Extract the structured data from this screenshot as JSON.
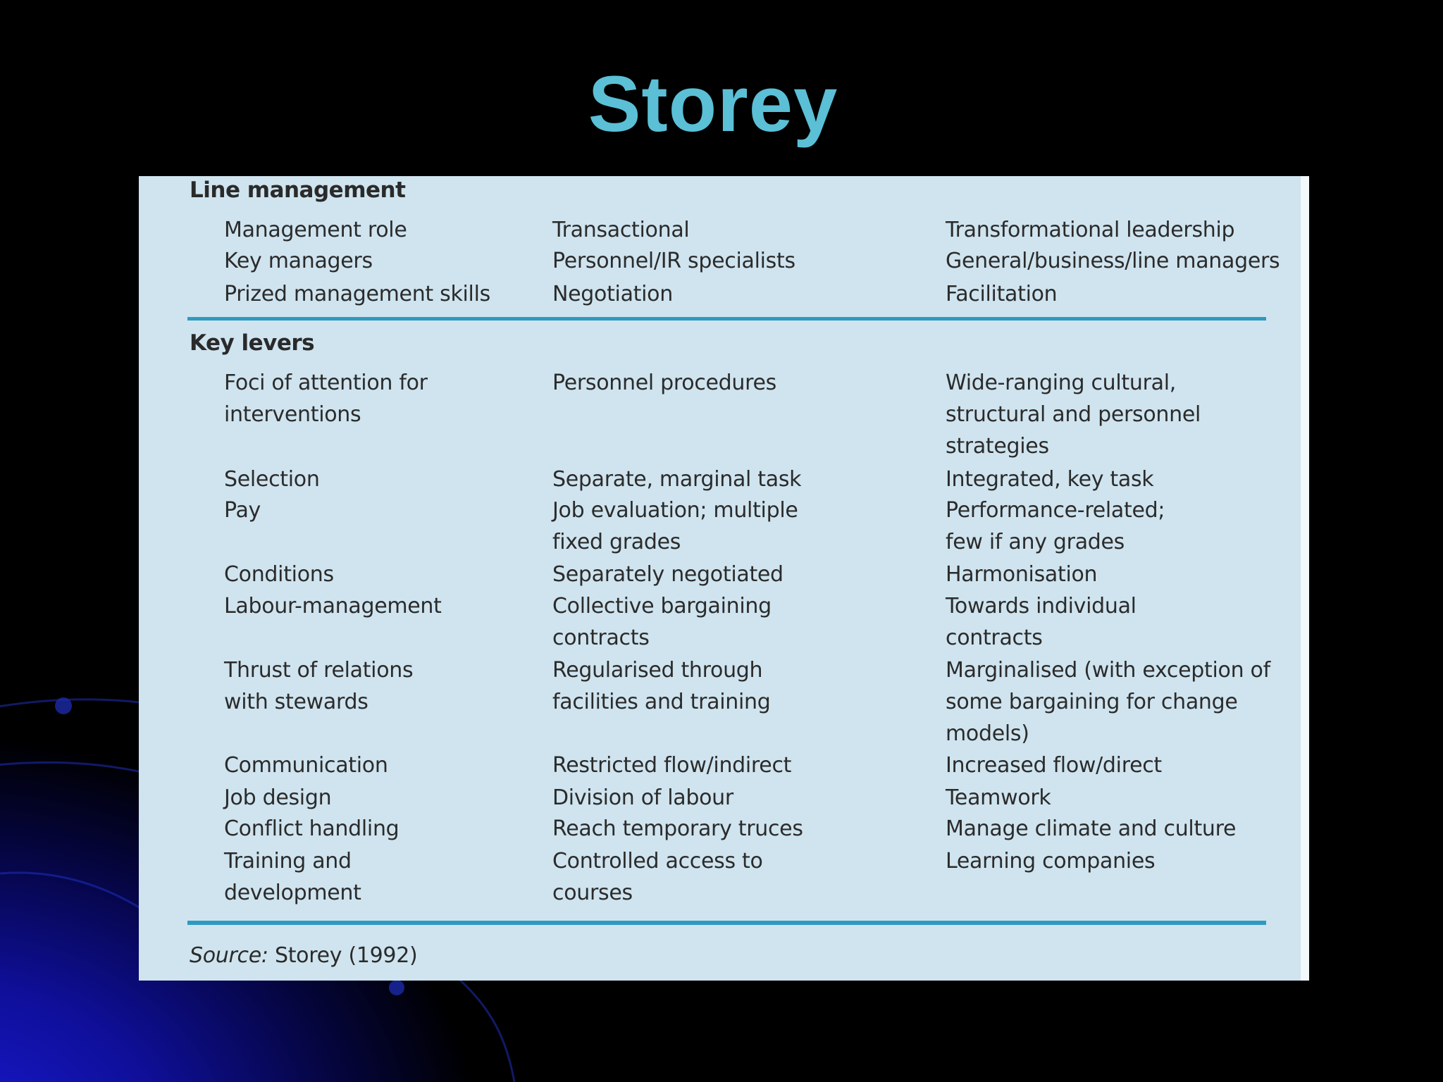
{
  "slide": {
    "title": "Storey"
  },
  "table": {
    "sections": [
      {
        "heading": "Line management",
        "rows": [
          {
            "dimension": "Management role",
            "personnel_ir": "Transactional",
            "hrm": "Transformational leadership"
          },
          {
            "dimension": "Key managers",
            "personnel_ir": "Personnel/IR specialists",
            "hrm": "General/business/line managers"
          },
          {
            "dimension": "Prized management skills",
            "personnel_ir": "Negotiation",
            "hrm": "Facilitation"
          }
        ]
      },
      {
        "heading": "Key levers",
        "rows": [
          {
            "dimension": "Foci of attention for\ninterventions",
            "personnel_ir": "Personnel procedures",
            "hrm": "Wide-ranging cultural,\nstructural and personnel\nstrategies"
          },
          {
            "dimension": "Selection",
            "personnel_ir": "Separate, marginal task",
            "hrm": "Integrated, key task"
          },
          {
            "dimension": "Pay",
            "personnel_ir": "Job evaluation; multiple\nfixed grades",
            "hrm": "Performance-related;\nfew if any grades"
          },
          {
            "dimension": "Conditions",
            "personnel_ir": "Separately negotiated",
            "hrm": "Harmonisation"
          },
          {
            "dimension": "Labour-management",
            "personnel_ir": "Collective bargaining\ncontracts",
            "hrm": "Towards individual\ncontracts"
          },
          {
            "dimension": "Thrust of relations\nwith stewards",
            "personnel_ir": "Regularised through\nfacilities and training",
            "hrm": "Marginalised (with exception of\nsome bargaining for change\nmodels)"
          },
          {
            "dimension": "Communication",
            "personnel_ir": "Restricted flow/indirect",
            "hrm": "Increased flow/direct"
          },
          {
            "dimension": "Job design",
            "personnel_ir": "Division of labour",
            "hrm": "Teamwork"
          },
          {
            "dimension": "Conflict handling",
            "personnel_ir": "Reach temporary truces",
            "hrm": "Manage climate and culture"
          },
          {
            "dimension": "Training and\ndevelopment",
            "personnel_ir": "Controlled access to\ncourses",
            "hrm": "Learning companies"
          }
        ]
      }
    ],
    "source_label": "Source:",
    "source_text": "Storey (1992)"
  },
  "colors": {
    "title": "#5bbfd6",
    "panel": "#cfe4ef",
    "rule": "#2f9ac0",
    "text": "#2b2b2b"
  }
}
